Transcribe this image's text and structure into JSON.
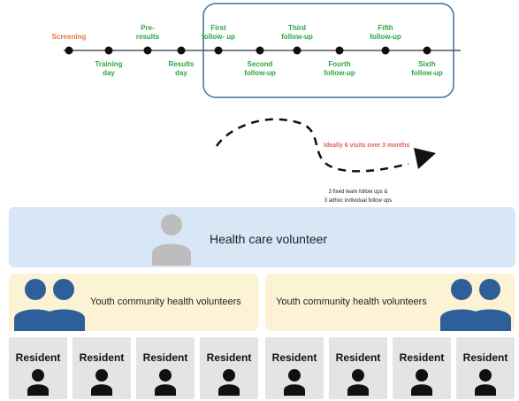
{
  "timeline": {
    "stages": [
      {
        "label": [
          "Screening"
        ]
      },
      {
        "label": [
          "Training",
          "day"
        ]
      },
      {
        "label": [
          "Pre-",
          "results"
        ]
      },
      {
        "label": [
          "Results",
          "day"
        ]
      },
      {
        "label": [
          "First",
          "follow- up"
        ]
      },
      {
        "label": [
          "Second",
          "follow-up"
        ]
      },
      {
        "label": [
          "Third",
          "follow-up"
        ]
      },
      {
        "label": [
          "Fourth",
          "follow-up"
        ]
      },
      {
        "label": [
          "Fifth",
          "follow-up"
        ]
      },
      {
        "label": [
          "Sixth",
          "follow-up"
        ]
      }
    ]
  },
  "annotation": {
    "ideal_visits": "Ideally 6 visits over 3 months",
    "followup_line1": "3 fixed team follow ups  &",
    "followup_line2": "3 adhoc individual follow ups"
  },
  "health_care_volunteer": {
    "label": "Health care volunteer"
  },
  "youth_volunteers": {
    "left_label": "Youth community health volunteers",
    "right_label": "Youth community health volunteers"
  },
  "residents": [
    "Resident",
    "Resident",
    "Resident",
    "Resident",
    "Resident",
    "Resident",
    "Resident",
    "Resident"
  ],
  "colors": {
    "timeline_text": "#2aa640",
    "screening_text": "#e07a3c",
    "followup_box_border": "#3f6f9f",
    "note_red": "#e06060",
    "hcv_box": "#d7e7f6",
    "yhv_box": "#fcf2d4",
    "resident_box": "#e4e4e4",
    "person_blue": "#2f5f9a",
    "person_gray": "#bdbdbd"
  }
}
